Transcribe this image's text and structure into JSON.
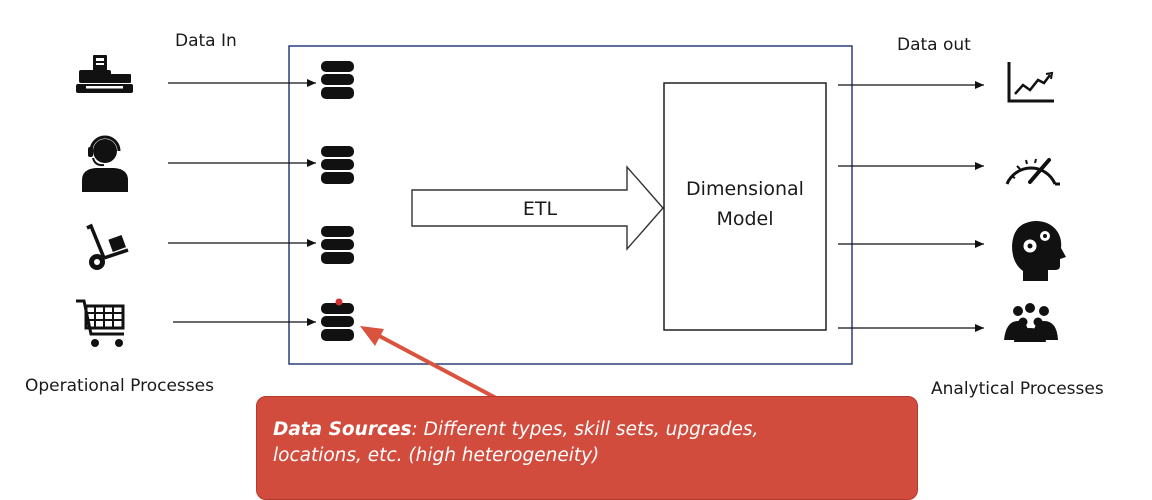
{
  "labels": {
    "data_in": "Data In",
    "data_out": "Data out",
    "operational": "Operational Processes",
    "analytical": "Analytical Processes",
    "etl": "ETL",
    "dimensional_model_line1": "Dimensional",
    "dimensional_model_line2": "Model"
  },
  "callout": {
    "title": "Data Sources",
    "separator": ":",
    "text_line1": " Different types, skill sets, upgrades,",
    "text_line2": "locations, etc. (high heterogeneity)"
  },
  "icons": {
    "inputs": [
      "cash-register-icon",
      "headset-agent-icon",
      "hand-truck-icon",
      "shopping-cart-icon"
    ],
    "databases": [
      "database-icon",
      "database-icon",
      "database-icon",
      "database-icon"
    ],
    "outputs": [
      "line-chart-icon",
      "speedometer-icon",
      "brain-gears-icon",
      "group-people-icon"
    ]
  },
  "colors": {
    "frame": "#2b3f7a",
    "callout_fill": "#d24c3d",
    "callout_arrow": "#d9533f",
    "db_marker": "#d23030"
  }
}
